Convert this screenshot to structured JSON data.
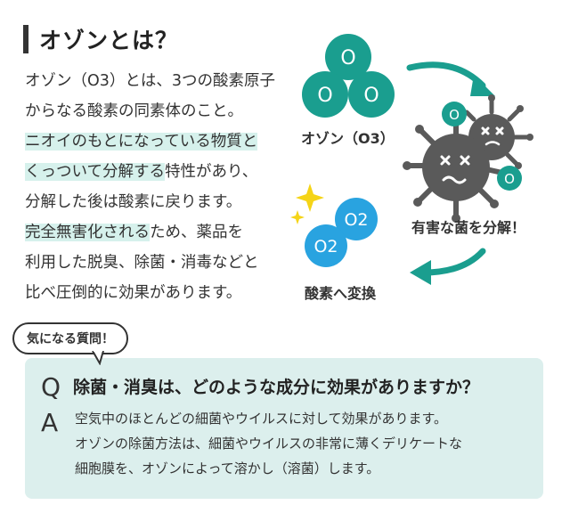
{
  "heading": {
    "title": "オゾンとは？"
  },
  "intro": {
    "lines": [
      {
        "text": "オゾン（O3）とは、3つの酸素原子",
        "highlight": false
      },
      {
        "text": "からなる酸素の同素体のこと。",
        "highlight": false
      },
      {
        "text": "ニオイのもとになっている物質と",
        "highlight": true
      },
      {
        "text": "くっついて分解する",
        "highlight": true,
        "rest": "特性があり、"
      },
      {
        "text": "分解した後は酸素に戻ります。",
        "highlight": false
      },
      {
        "text": "完全無害化される",
        "highlight": true,
        "rest": "ため、薬品を"
      },
      {
        "text": "利用した脱臭、除菌・消毒などと",
        "highlight": false
      },
      {
        "text": "比べ圧倒的に効果があります。",
        "highlight": false
      }
    ]
  },
  "diagram": {
    "ozone_label": "オゾン（O3）",
    "ozone_atoms": [
      "O",
      "O",
      "O"
    ],
    "germ_label": "有害な菌を分解！",
    "germ_atoms": [
      "O",
      "O"
    ],
    "oxygen_label": "酸素へ変換",
    "oxygen_molecules": [
      "O2",
      "O2"
    ],
    "colors": {
      "teal": "#1a9e8f",
      "arrow": "#1a9e8f",
      "germ": "#5a5a5a",
      "oxygen": "#29a3e0",
      "sparkle": "#f5d417"
    }
  },
  "qa": {
    "badge": "気になる質問！",
    "q_letter": "Q",
    "question": "除菌・消臭は、どのような成分に効果がありますか？",
    "a_letter": "A",
    "answer_lines": [
      "空気中のほとんどの細菌やウイルスに対して効果があります。",
      "オゾンの除菌方法は、細菌やウイルスの非常に薄くデリケートな",
      "細胞膜を、オゾンによって溶かし（溶菌）します。"
    ],
    "box_color": "#dcefed"
  }
}
